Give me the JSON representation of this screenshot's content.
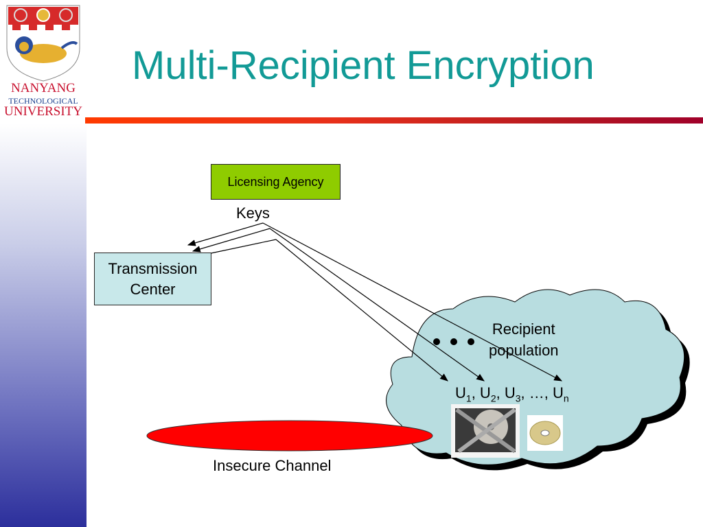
{
  "slide": {
    "title": "Multi-Recipient Encryption",
    "logo": {
      "line1": "NANYANG",
      "line2": "TECHNOLOGICAL",
      "line3": "UNIVERSITY",
      "icon": "university-crest-icon"
    },
    "colors": {
      "title": "#129a96",
      "licensing_box": "#8fcc00",
      "transmission_box": "#c8e8ea",
      "cloud": "#b8dde0",
      "channel": "#ff0000"
    }
  },
  "diagram": {
    "licensing_agency": "Licensing Agency",
    "keys_label": "Keys",
    "transmission_center": [
      "Transmission",
      "Center"
    ],
    "recipient_population": [
      "Recipient",
      "population"
    ],
    "users": {
      "u1": "U",
      "u1_sub": "1",
      "u2": "U",
      "u2_sub": "2",
      "u3": "U",
      "u3_sub": "3",
      "ellipsis": "…",
      "un": "U",
      "un_sub": "n"
    },
    "insecure_channel": "Insecure Channel",
    "icons": [
      "chained-hard-drive-icon",
      "cd-disc-icon"
    ]
  }
}
